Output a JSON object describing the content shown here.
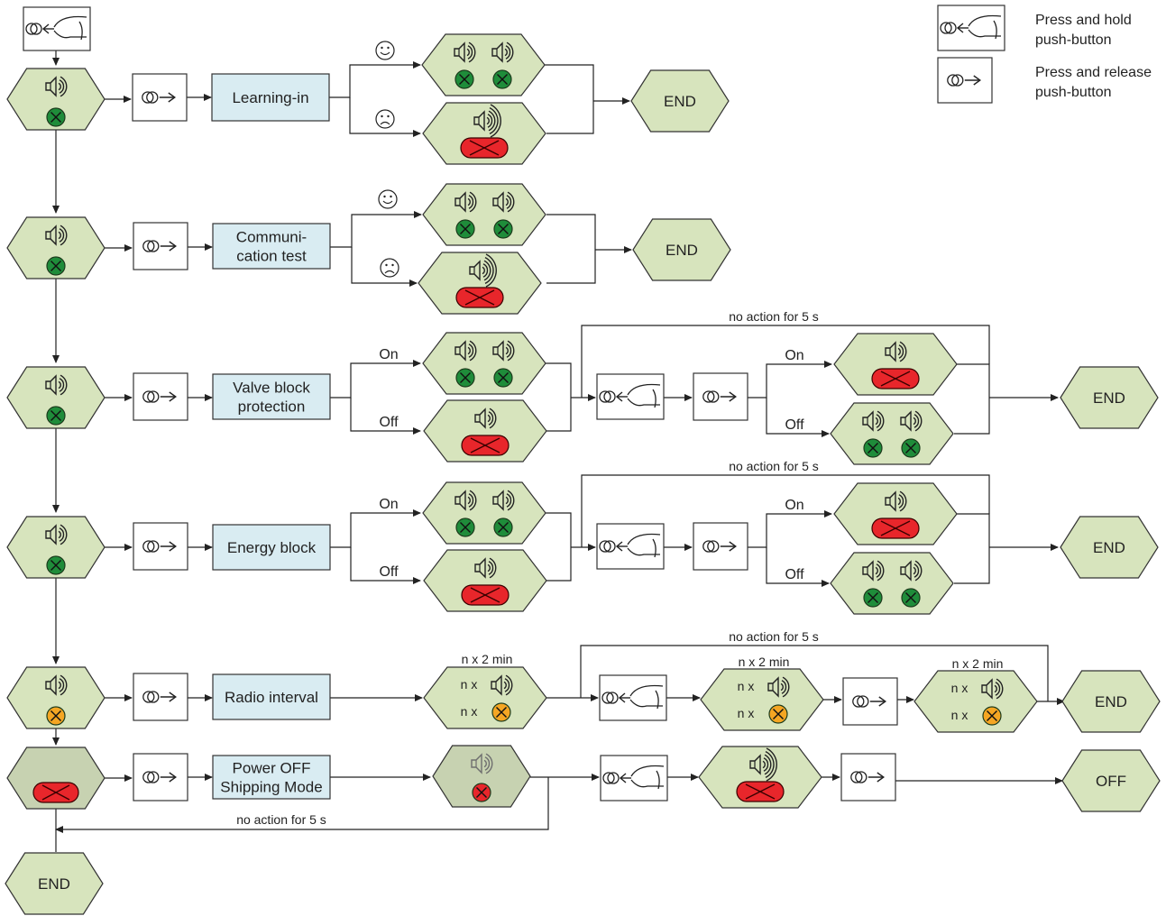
{
  "legend": {
    "press_hold": [
      "Press and hold",
      "push-button"
    ],
    "press_release": [
      "Press and release",
      "push-button"
    ]
  },
  "functions": {
    "learning_in": [
      "Learning-in"
    ],
    "comm_test": [
      "Communi-",
      "cation test"
    ],
    "valve_block": [
      "Valve block",
      "protection"
    ],
    "energy_block": [
      "Energy block"
    ],
    "radio_interval": [
      "Radio interval"
    ],
    "power_off": [
      "Power OFF",
      "Shipping Mode"
    ]
  },
  "labels": {
    "end": "END",
    "off": "OFF",
    "on": "On",
    "off_opt": "Off",
    "no_action": "no action for 5 s",
    "n_x_2min": "n x 2 min",
    "n_x": "n x"
  },
  "colors": {
    "hex_fill": "#d7e4bd",
    "hex_fill_grey": "#c7d2b1",
    "fn_fill": "#d9ecf2",
    "led_green": "#1f8c3a",
    "led_red": "#e8262b",
    "led_orange": "#f5a623"
  }
}
